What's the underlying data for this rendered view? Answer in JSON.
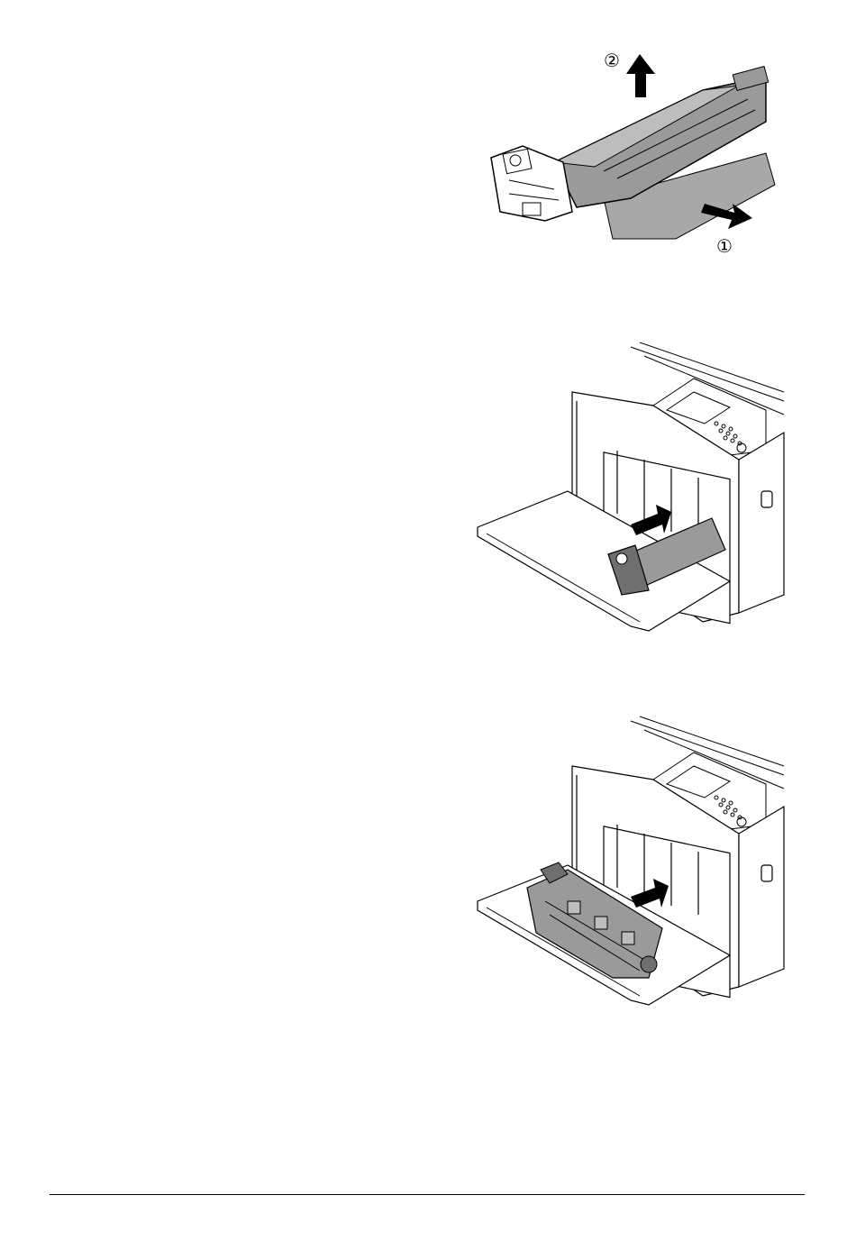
{
  "steps": [
    {
      "figure": "imaging-unit-protective-cover-removal",
      "callouts": [
        "②",
        "①"
      ]
    },
    {
      "figure": "imaging-unit-insertion-into-printer"
    },
    {
      "figure": "waste-toner-bottle-insertion-into-printer"
    }
  ],
  "colors": {
    "line": "#000000",
    "shade": "#9a9a9a",
    "shade_dark": "#6f6f6f",
    "sheet": "#a8a8a8"
  }
}
